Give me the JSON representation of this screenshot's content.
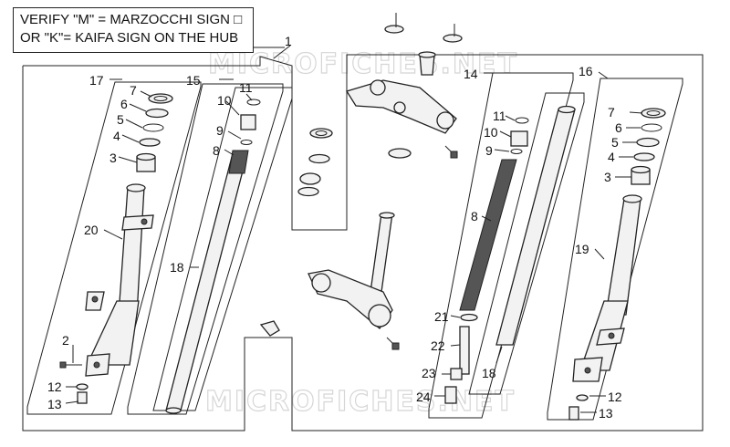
{
  "note": {
    "line1": "VERIFY \"M\" = MARZOCCHI SIGN □",
    "line2": "OR \"K\"= KAIFA SIGN ON THE HUB"
  },
  "watermark": "MICROFICHES.NET",
  "callouts": {
    "c1": "1",
    "c2": "2",
    "c3L": "3",
    "c3R": "3",
    "c4L": "4",
    "c4R": "4",
    "c5L": "5",
    "c5R": "5",
    "c6L": "6",
    "c6R": "6",
    "c7L": "7",
    "c7R": "7",
    "c8L": "8",
    "c8R": "8",
    "c9L": "9",
    "c9R": "9",
    "c10L": "10",
    "c10R": "10",
    "c11L": "11",
    "c11R": "11",
    "c12L": "12",
    "c12R": "12",
    "c13L": "13",
    "c13R": "13",
    "c14": "14",
    "c15": "15",
    "c16": "16",
    "c17": "17",
    "c18L": "18",
    "c18R": "18",
    "c19": "19",
    "c20": "20",
    "c21": "21",
    "c22": "22",
    "c23": "23",
    "c24": "24"
  }
}
